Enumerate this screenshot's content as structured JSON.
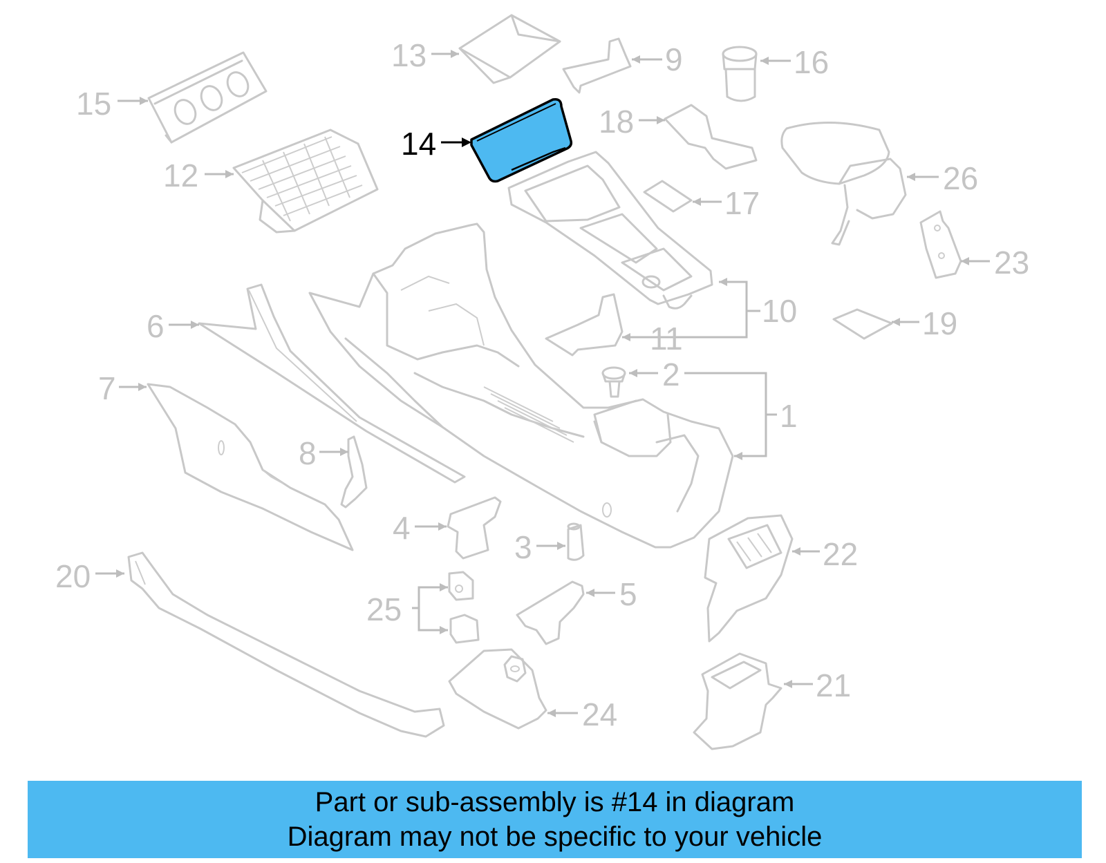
{
  "highlighted_part": "14",
  "highlight_color": "#4db9f1",
  "callouts": [
    {
      "id": "c1",
      "label": "1"
    },
    {
      "id": "c2",
      "label": "2"
    },
    {
      "id": "c3",
      "label": "3"
    },
    {
      "id": "c4",
      "label": "4"
    },
    {
      "id": "c5",
      "label": "5"
    },
    {
      "id": "c6",
      "label": "6"
    },
    {
      "id": "c7",
      "label": "7"
    },
    {
      "id": "c8",
      "label": "8"
    },
    {
      "id": "c9",
      "label": "9"
    },
    {
      "id": "c10",
      "label": "10"
    },
    {
      "id": "c11",
      "label": "11"
    },
    {
      "id": "c12",
      "label": "12"
    },
    {
      "id": "c13",
      "label": "13"
    },
    {
      "id": "c14",
      "label": "14"
    },
    {
      "id": "c15",
      "label": "15"
    },
    {
      "id": "c16",
      "label": "16"
    },
    {
      "id": "c17",
      "label": "17"
    },
    {
      "id": "c18",
      "label": "18"
    },
    {
      "id": "c19",
      "label": "19"
    },
    {
      "id": "c20",
      "label": "20"
    },
    {
      "id": "c21",
      "label": "21"
    },
    {
      "id": "c22",
      "label": "22"
    },
    {
      "id": "c23",
      "label": "23"
    },
    {
      "id": "c24",
      "label": "24"
    },
    {
      "id": "c25",
      "label": "25"
    },
    {
      "id": "c26",
      "label": "26"
    }
  ],
  "banner": {
    "line1": "Part or sub-assembly is #14 in diagram",
    "line2": "Diagram may not be specific to your vehicle"
  }
}
